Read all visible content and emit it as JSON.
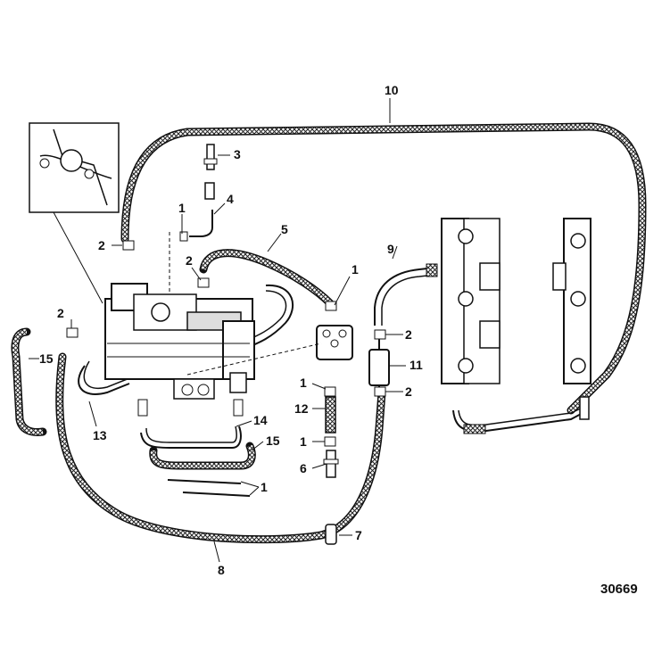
{
  "diagram": {
    "reference_number": "30669",
    "callouts": [
      {
        "id": "c10",
        "text": "10"
      },
      {
        "id": "c3",
        "text": "3"
      },
      {
        "id": "c4",
        "text": "4"
      },
      {
        "id": "c1a",
        "text": "1"
      },
      {
        "id": "c5",
        "text": "5"
      },
      {
        "id": "c2a",
        "text": "2"
      },
      {
        "id": "c2b",
        "text": "2"
      },
      {
        "id": "c1b",
        "text": "1"
      },
      {
        "id": "c9",
        "text": "9"
      },
      {
        "id": "c2c",
        "text": "2"
      },
      {
        "id": "c2d",
        "text": "2"
      },
      {
        "id": "c15a",
        "text": "15"
      },
      {
        "id": "c11",
        "text": "11"
      },
      {
        "id": "c2e",
        "text": "2"
      },
      {
        "id": "c1c",
        "text": "1"
      },
      {
        "id": "c12",
        "text": "12"
      },
      {
        "id": "c13",
        "text": "13"
      },
      {
        "id": "c14",
        "text": "14"
      },
      {
        "id": "c15b",
        "text": "15"
      },
      {
        "id": "c1d",
        "text": "1"
      },
      {
        "id": "c6",
        "text": "6"
      },
      {
        "id": "c1e",
        "text": "1"
      },
      {
        "id": "c7",
        "text": "7"
      },
      {
        "id": "c8",
        "text": "8"
      }
    ]
  }
}
